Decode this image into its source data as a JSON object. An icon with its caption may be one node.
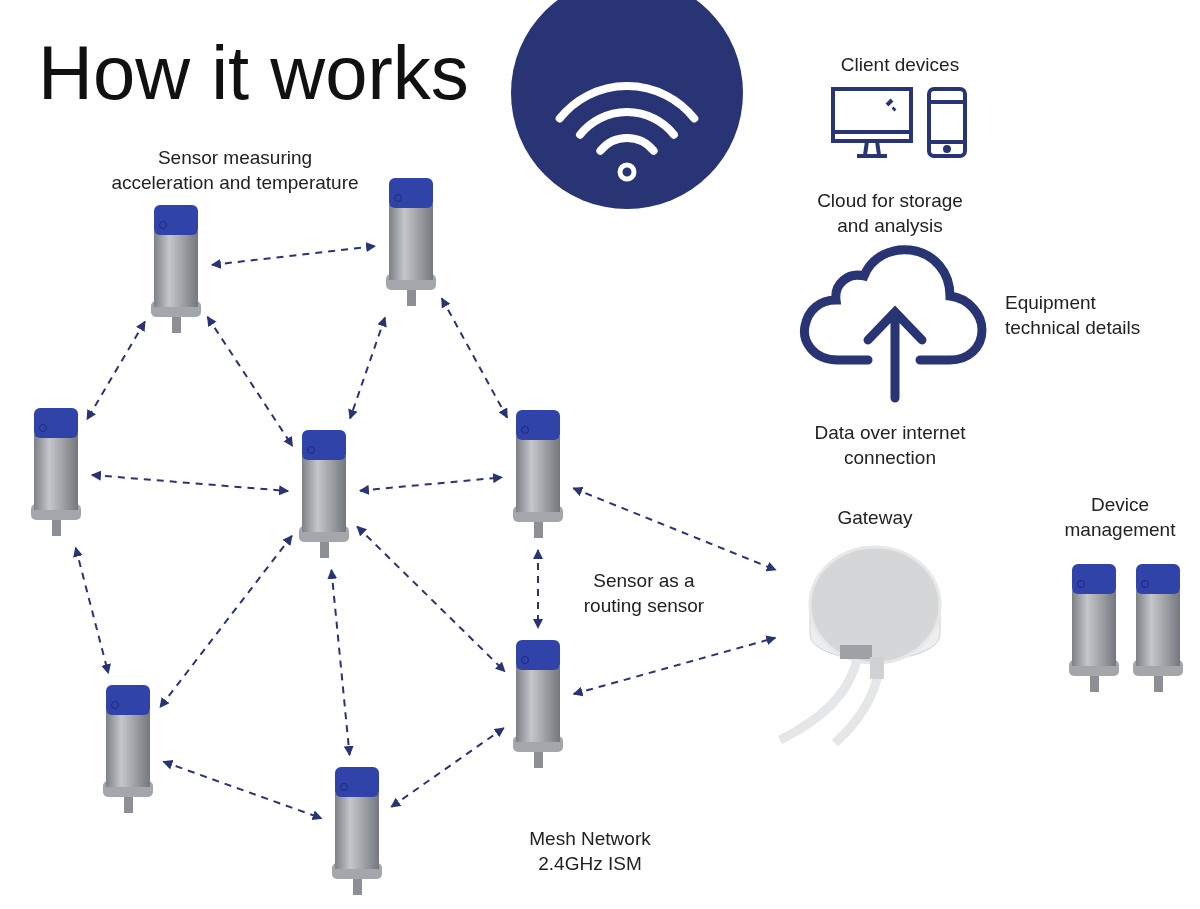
{
  "diagram": {
    "title": "How it works",
    "nodes": [
      {
        "text": [],
        "shape": "picture",
        "beside": [
          "Sensor measuring acceleration and temperature"
        ]
      },
      {
        "text": [],
        "shape": "picture"
      },
      {
        "text": [],
        "shape": "picture"
      },
      {
        "text": [],
        "shape": "picture"
      },
      {
        "text": [],
        "shape": "picture"
      },
      {
        "text": [],
        "shape": "picture"
      },
      {
        "text": [],
        "shape": "picture",
        "beside": [
          "Sensor as a routing sensor"
        ]
      },
      {
        "text": [],
        "shape": "picture"
      },
      {
        "text": [
          "Gateway"
        ]
      },
      {
        "text": [
          "Cloud for storage and analysis"
        ],
        "beside": [
          "Equipment technical details",
          "Data over internet connection"
        ]
      },
      {
        "text": [
          "Client devices"
        ]
      },
      {
        "text": [
          "Device management"
        ]
      }
    ],
    "edges": [
      {
        "from": 0,
        "to": 1,
        "arrow": "both",
        "style": "dashed"
      },
      {
        "from": 0,
        "to": 2,
        "arrow": "both",
        "style": "dashed"
      },
      {
        "from": 0,
        "to": 3,
        "arrow": "both",
        "style": "dashed"
      },
      {
        "from": 1,
        "to": 3,
        "arrow": "both",
        "style": "dashed"
      },
      {
        "from": 1,
        "to": 4,
        "arrow": "both",
        "style": "dashed"
      },
      {
        "from": 2,
        "to": 3,
        "arrow": "both",
        "style": "dashed"
      },
      {
        "from": 3,
        "to": 4,
        "arrow": "both",
        "style": "dashed"
      },
      {
        "from": 2,
        "to": 5,
        "arrow": "both",
        "style": "dashed"
      },
      {
        "from": 3,
        "to": 5,
        "arrow": "both",
        "style": "dashed"
      },
      {
        "from": 3,
        "to": 7,
        "arrow": "both",
        "style": "dashed"
      },
      {
        "from": 3,
        "to": 6,
        "arrow": "both",
        "style": "dashed"
      },
      {
        "from": 4,
        "to": 6,
        "arrow": "both",
        "style": "dashed"
      },
      {
        "from": 4,
        "to": 8,
        "arrow": "both",
        "style": "dashed"
      },
      {
        "from": 6,
        "to": 8,
        "arrow": "both",
        "style": "dashed"
      },
      {
        "from": 5,
        "to": 7,
        "arrow": "both",
        "style": "dashed"
      },
      {
        "from": 6,
        "to": 7,
        "arrow": "both",
        "style": "dashed"
      }
    ],
    "labels": [
      "Mesh Network 2.4GHz ISM"
    ]
  }
}
